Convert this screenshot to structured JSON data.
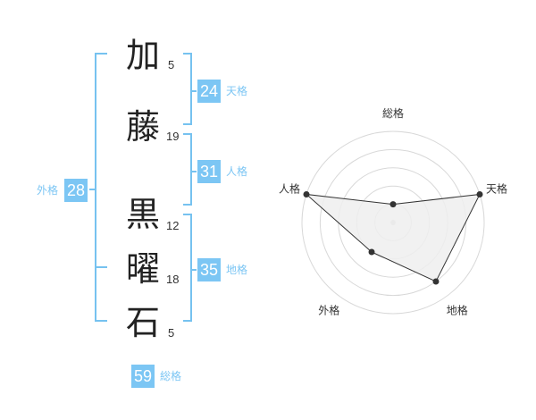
{
  "name_chars": [
    {
      "char": "加",
      "strokes": "5"
    },
    {
      "char": "藤",
      "strokes": "19"
    },
    {
      "char": "黒",
      "strokes": "12"
    },
    {
      "char": "曜",
      "strokes": "18"
    },
    {
      "char": "石",
      "strokes": "5"
    }
  ],
  "kaku": {
    "tenkaku": {
      "value": "24",
      "label": "天格"
    },
    "jinkaku": {
      "value": "31",
      "label": "人格"
    },
    "chikaku": {
      "value": "35",
      "label": "地格"
    },
    "gaikaku": {
      "value": "28",
      "label": "外格"
    },
    "soukaku": {
      "value": "59",
      "label": "総格"
    }
  },
  "colors": {
    "accent": "#7cc6f4",
    "bracket": "#76c2f0",
    "radar_fill": "#efefef"
  },
  "chart_data": {
    "type": "radar",
    "axes": [
      "総格",
      "天格",
      "地格",
      "外格",
      "人格"
    ],
    "values": [
      0.2,
      1.0,
      0.8,
      0.4,
      1.0
    ],
    "rings": 5,
    "range": [
      0,
      1
    ]
  }
}
